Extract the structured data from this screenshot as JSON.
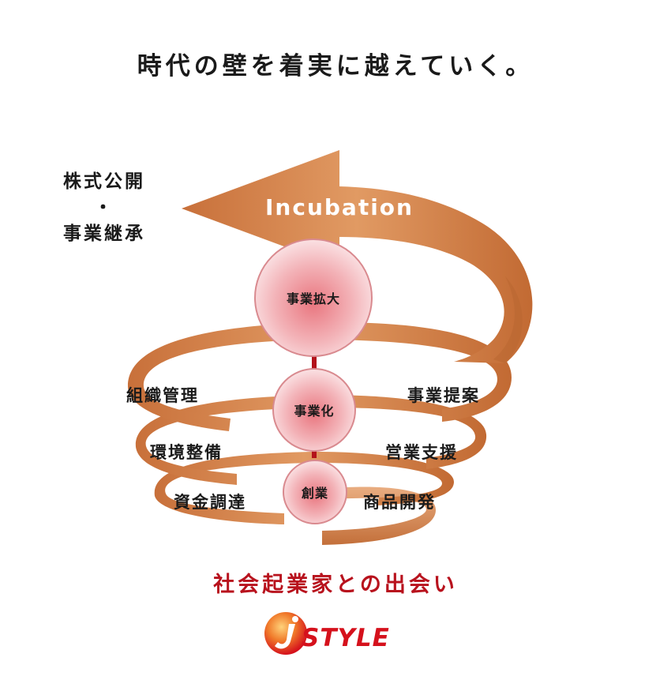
{
  "title": "時代の壁を着実に越えていく。",
  "left_goal": {
    "line1": "株式公開",
    "separator": "・",
    "line2": "事業継承"
  },
  "arrow_label": "Incubation",
  "stages": {
    "top": "事業拡大",
    "middle": "事業化",
    "bottom": "創業"
  },
  "left_labels": [
    "組織管理",
    "環境整備",
    "資金調達"
  ],
  "right_labels": [
    "事業提案",
    "営業支援",
    "商品開発"
  ],
  "bottom_text": "社会起業家との出会い",
  "logo": {
    "text": "STYLE"
  },
  "colors": {
    "spiral": "#d9844a",
    "spiral_dark": "#b8652f",
    "arrow_up": "#b3121b",
    "bottom_text": "#b8121d",
    "logo": "#d5111c"
  }
}
